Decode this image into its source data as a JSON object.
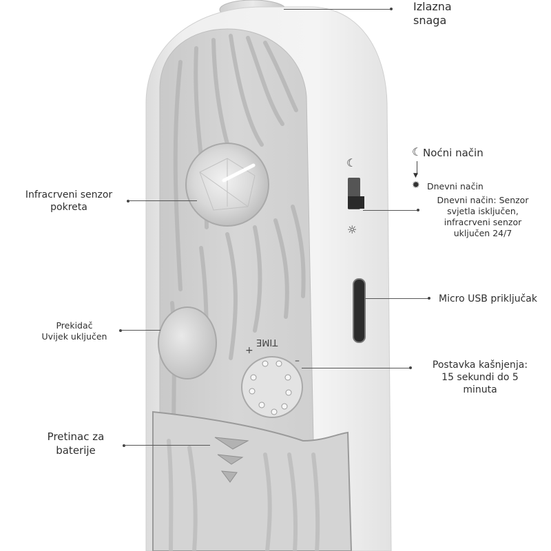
{
  "callouts": {
    "output": {
      "line1": "Izlazna",
      "line2": "snaga"
    },
    "ir_sensor": {
      "line1": "Infracrveni senzor",
      "line2": "pokreta"
    },
    "night_mode": {
      "label": "Noćni način"
    },
    "day_mode": {
      "label": "Dnevni način"
    },
    "day_mode_desc": {
      "line1": "Dnevni način: Senzor",
      "line2": "svjetla isključen,",
      "line3": "infracrveni senzor",
      "line4": "uključen 24/7"
    },
    "usb": {
      "label": "Micro USB priključak"
    },
    "switch": {
      "line1": "Prekidač",
      "line2": "Uvijek uključen"
    },
    "delay": {
      "line1": "Postavka kašnjenja:",
      "line2": "15 sekundi do 5",
      "line3": "minuta"
    },
    "battery": {
      "line1": "Pretinac za",
      "line2": "baterije"
    }
  },
  "device": {
    "time_label": "TIME",
    "plus": "+",
    "minus": "–"
  },
  "icons": {
    "moon": "moon-icon",
    "sun": "sun-icon",
    "down_arrow": "arrow-down-icon"
  }
}
